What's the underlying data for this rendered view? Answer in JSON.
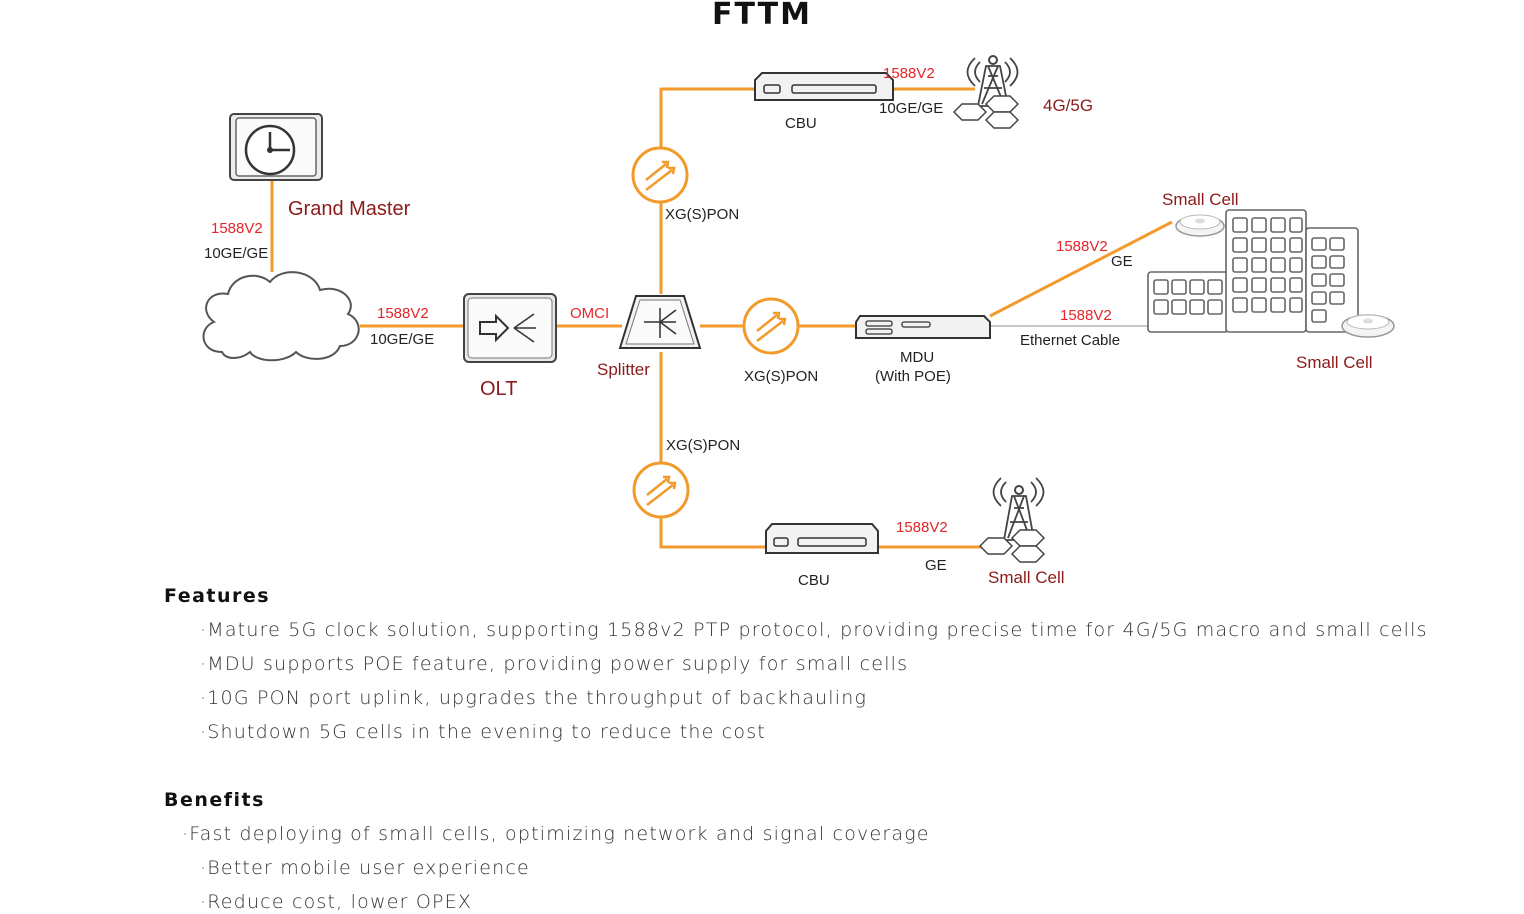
{
  "title": "FTTM",
  "diagram": {
    "grand_master": "Grand Master",
    "gm_protocol": "1588V2",
    "gm_link": "10GE/GE",
    "cloud_protocol": "1588V2",
    "cloud_link": "10GE/GE",
    "olt": "OLT",
    "omci": "OMCI",
    "splitter": "Splitter",
    "pon_top": "XG(S)PON",
    "pon_mid": "XG(S)PON",
    "pon_bottom": "XG(S)PON",
    "cbu_top": "CBU",
    "cbu_top_protocol": "1588V2",
    "cbu_top_link": "10GE/GE",
    "tower_top": "4G/5G",
    "mdu_line1": "MDU",
    "mdu_line2": "(With POE)",
    "small_cell_top": "Small Cell",
    "small_cell_top_protocol": "1588V2",
    "small_cell_top_link": "GE",
    "ethernet_protocol": "1588V2",
    "ethernet_link": "Ethernet Cable",
    "small_cell_right": "Small Cell",
    "cbu_bottom": "CBU",
    "cbu_bottom_protocol": "1588V2",
    "cbu_bottom_link": "GE",
    "small_cell_bottom": "Small Cell"
  },
  "features": {
    "heading": "Features",
    "items": [
      "·Mature 5G clock solution, supporting 1588v2 PTP protocol, providing precise time for 4G/5G macro and small cells",
      "·MDU supports POE feature, providing power supply for small cells",
      "·10G PON port uplink, upgrades the throughput of backhauling",
      "·Shutdown 5G cells in the evening to reduce the cost"
    ]
  },
  "benefits": {
    "heading": "Benefits",
    "items": [
      "·Fast deploying of small cells, optimizing network and signal coverage",
      "·Better mobile user experience",
      "·Reduce cost, lower OPEX"
    ]
  },
  "colors": {
    "link": "#f39a2c",
    "protocol": "#e4252a",
    "device_label": "#8b1a1a"
  }
}
